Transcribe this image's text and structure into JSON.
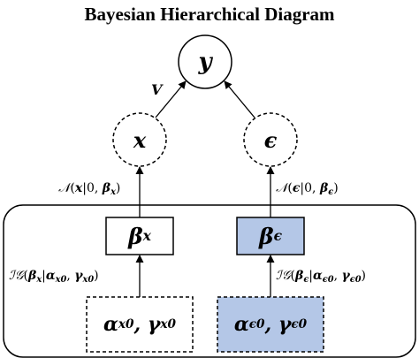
{
  "title": "Bayesian Hierarchical Diagram",
  "nodes": {
    "y": {
      "symbol": "y"
    },
    "x": {
      "symbol": "x"
    },
    "epsilon": {
      "symbol": "ϵ"
    },
    "beta_x": {
      "symbol": "β",
      "subscript": "x"
    },
    "beta_eps": {
      "symbol": "β",
      "subscript": "ϵ"
    },
    "alpha_gamma_x0": {
      "alpha": "α",
      "alpha_sub": "x0",
      "separator": ", ",
      "gamma": "γ",
      "gamma_sub": "x0"
    },
    "alpha_gamma_eps0": {
      "alpha": "α",
      "alpha_sub": "ϵ0",
      "separator": ", ",
      "gamma": "γ",
      "gamma_sub": "ϵ0"
    }
  },
  "edges": {
    "v_label": "V",
    "x_prior": {
      "dist": "𝒩",
      "open": "(",
      "var": "x",
      "bar": "|0, ",
      "param": "β",
      "param_sub": "x",
      "close": ")"
    },
    "eps_prior": {
      "dist": "𝒩",
      "open": "(",
      "var": "ϵ",
      "bar": "|0, ",
      "param": "β",
      "param_sub": "ϵ",
      "close": ")"
    },
    "beta_x_prior": {
      "dist": "ℐ𝒢",
      "open": "(",
      "var": "β",
      "var_sub": "x",
      "bar": "|",
      "p1": "α",
      "p1_sub": "x0",
      "sep": ", ",
      "p2": "γ",
      "p2_sub": "x0",
      "close": ")"
    },
    "beta_eps_prior": {
      "dist": "ℐ𝒢",
      "open": "(",
      "var": "β",
      "var_sub": "ϵ",
      "bar": "|",
      "p1": "α",
      "p1_sub": "ϵ0",
      "sep": ", ",
      "p2": "γ",
      "p2_sub": "ϵ0",
      "close": ")"
    }
  },
  "colors": {
    "shaded_fill": "#b4c7e7",
    "stroke": "#000000"
  }
}
